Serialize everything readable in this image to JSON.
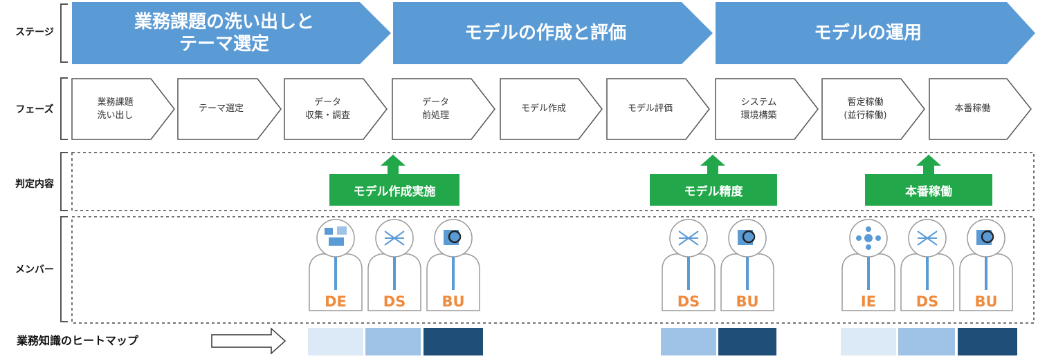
{
  "row_labels": {
    "stage": "ステージ",
    "phase": "フェーズ",
    "judgement": "判定内容",
    "members": "メンバー"
  },
  "stages": [
    {
      "label": "業務課題の洗い出しと\nテーマ選定"
    },
    {
      "label": "モデルの作成と評価"
    },
    {
      "label": "モデルの運用"
    }
  ],
  "phases": [
    {
      "label": "業務課題\n洗い出し"
    },
    {
      "label": "テーマ選定"
    },
    {
      "label": "データ\n収集・調査"
    },
    {
      "label": "データ\n前処理"
    },
    {
      "label": "モデル作成"
    },
    {
      "label": "モデル評価"
    },
    {
      "label": "システム\n環境構築"
    },
    {
      "label": "暫定稼働\n(並行稼働)"
    },
    {
      "label": "本番稼働"
    }
  ],
  "judgements": [
    {
      "label": "モデル作成実施"
    },
    {
      "label": "モデル精度"
    },
    {
      "label": "本番稼働"
    }
  ],
  "members": {
    "group1": [
      "DE",
      "DS",
      "BU"
    ],
    "group2": [
      "DS",
      "BU"
    ],
    "group3": [
      "IE",
      "DS",
      "BU"
    ]
  },
  "heatmap": {
    "label": "業務知識のヒートマップ",
    "levels": [
      "low",
      "mid",
      "high"
    ]
  },
  "colors": {
    "stage_blue": "#5b9bd5",
    "judge_green": "#22a84a",
    "role_orange": "#f08a3c",
    "heat_low": "#dce9f6",
    "heat_mid": "#9fc3e6",
    "heat_high": "#1f4e79"
  }
}
